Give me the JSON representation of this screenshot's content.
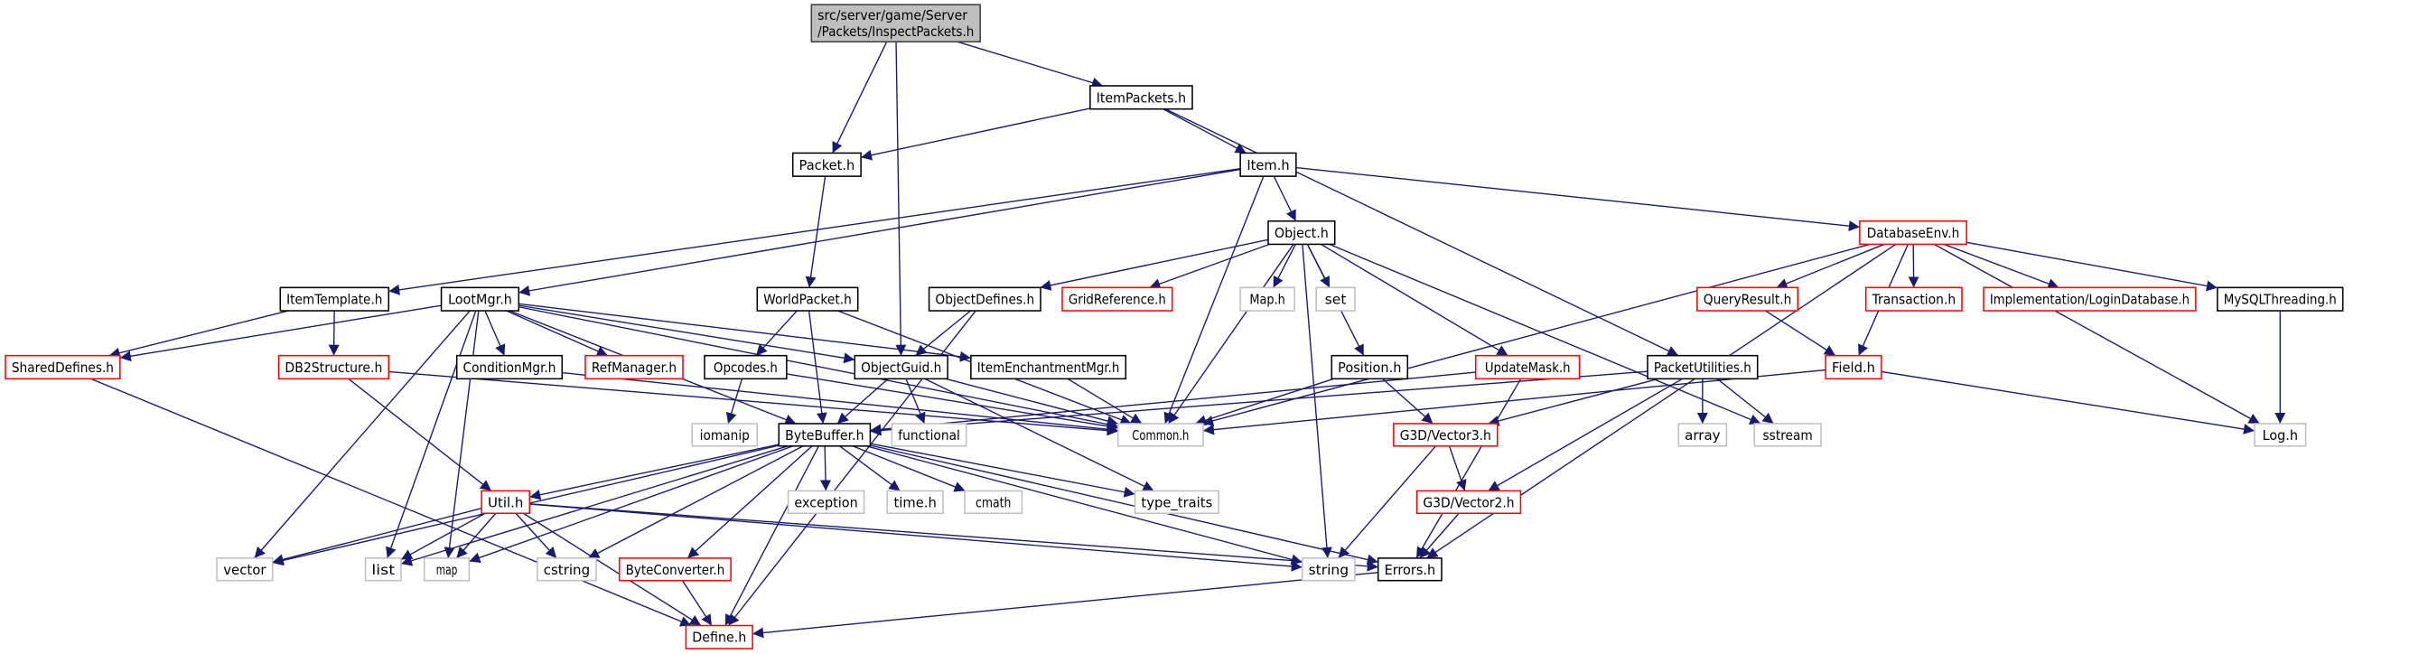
{
  "graph": {
    "root": "src/server/game/Server/Packets/InspectPackets.h",
    "colors": {
      "edge": "#191970",
      "documented": "#000000",
      "truncated": "#ff0000",
      "external": "#bfbfbf",
      "root_fill": "#bfbfbf"
    },
    "nodes": [
      {
        "label": "src/server/game/Server\n/Packets/InspectPackets.h",
        "kind": "root"
      },
      {
        "label": "ItemPackets.h",
        "kind": "documented"
      },
      {
        "label": "Packet.h",
        "kind": "documented"
      },
      {
        "label": "Item.h",
        "kind": "documented"
      },
      {
        "label": "Object.h",
        "kind": "documented"
      },
      {
        "label": "DatabaseEnv.h",
        "kind": "truncated"
      },
      {
        "label": "Map.h",
        "kind": "external"
      },
      {
        "label": "set",
        "kind": "external"
      },
      {
        "label": "QueryResult.h",
        "kind": "truncated"
      },
      {
        "label": "Transaction.h",
        "kind": "truncated"
      },
      {
        "label": "Implementation/LoginDatabase.h",
        "kind": "truncated"
      },
      {
        "label": "MySQLThreading.h",
        "kind": "documented"
      },
      {
        "label": "ItemTemplate.h",
        "kind": "documented"
      },
      {
        "label": "LootMgr.h",
        "kind": "documented"
      },
      {
        "label": "WorldPacket.h",
        "kind": "documented"
      },
      {
        "label": "ObjectDefines.h",
        "kind": "documented"
      },
      {
        "label": "GridReference.h",
        "kind": "truncated"
      },
      {
        "label": "SharedDefines.h",
        "kind": "truncated"
      },
      {
        "label": "DB2Structure.h",
        "kind": "truncated"
      },
      {
        "label": "ConditionMgr.h",
        "kind": "documented"
      },
      {
        "label": "RefManager.h",
        "kind": "truncated"
      },
      {
        "label": "Opcodes.h",
        "kind": "documented"
      },
      {
        "label": "ObjectGuid.h",
        "kind": "documented"
      },
      {
        "label": "ItemEnchantmentMgr.h",
        "kind": "documented"
      },
      {
        "label": "Position.h",
        "kind": "documented"
      },
      {
        "label": "UpdateMask.h",
        "kind": "truncated"
      },
      {
        "label": "PacketUtilities.h",
        "kind": "documented"
      },
      {
        "label": "Field.h",
        "kind": "truncated"
      },
      {
        "label": "iomanip",
        "kind": "external"
      },
      {
        "label": "ByteBuffer.h",
        "kind": "documented"
      },
      {
        "label": "functional",
        "kind": "external"
      },
      {
        "label": "Common.h",
        "kind": "external"
      },
      {
        "label": "G3D/Vector3.h",
        "kind": "truncated"
      },
      {
        "label": "array",
        "kind": "external"
      },
      {
        "label": "sstream",
        "kind": "external"
      },
      {
        "label": "Log.h",
        "kind": "external"
      },
      {
        "label": "Util.h",
        "kind": "truncated"
      },
      {
        "label": "exception",
        "kind": "external"
      },
      {
        "label": "time.h",
        "kind": "external"
      },
      {
        "label": "cmath",
        "kind": "external"
      },
      {
        "label": "type_traits",
        "kind": "external"
      },
      {
        "label": "G3D/Vector2.h",
        "kind": "truncated"
      },
      {
        "label": "vector",
        "kind": "external"
      },
      {
        "label": "list",
        "kind": "external"
      },
      {
        "label": "map",
        "kind": "external"
      },
      {
        "label": "cstring",
        "kind": "external"
      },
      {
        "label": "ByteConverter.h",
        "kind": "truncated"
      },
      {
        "label": "string",
        "kind": "external"
      },
      {
        "label": "Errors.h",
        "kind": "documented"
      },
      {
        "label": "Define.h",
        "kind": "truncated"
      }
    ],
    "edges": [
      [
        0,
        2
      ],
      [
        0,
        1
      ],
      [
        0,
        22
      ],
      [
        1,
        2
      ],
      [
        1,
        3
      ],
      [
        1,
        26
      ],
      [
        2,
        14
      ],
      [
        3,
        12
      ],
      [
        3,
        13
      ],
      [
        3,
        4
      ],
      [
        3,
        5
      ],
      [
        3,
        31
      ],
      [
        4,
        15
      ],
      [
        4,
        16
      ],
      [
        4,
        6
      ],
      [
        4,
        7
      ],
      [
        4,
        31
      ],
      [
        4,
        24
      ],
      [
        4,
        25
      ],
      [
        4,
        47
      ],
      [
        4,
        34
      ],
      [
        5,
        8
      ],
      [
        5,
        9
      ],
      [
        5,
        10
      ],
      [
        5,
        11
      ],
      [
        5,
        27
      ],
      [
        5,
        31
      ],
      [
        5,
        35
      ],
      [
        5,
        48
      ],
      [
        8,
        27
      ],
      [
        11,
        35
      ],
      [
        12,
        17
      ],
      [
        12,
        18
      ],
      [
        13,
        17
      ],
      [
        13,
        19
      ],
      [
        13,
        20
      ],
      [
        13,
        22
      ],
      [
        13,
        23
      ],
      [
        13,
        29
      ],
      [
        13,
        42
      ],
      [
        13,
        43
      ],
      [
        13,
        44
      ],
      [
        13,
        31
      ],
      [
        14,
        21
      ],
      [
        14,
        29
      ],
      [
        14,
        31
      ],
      [
        15,
        22
      ],
      [
        15,
        49
      ],
      [
        18,
        36
      ],
      [
        18,
        31
      ],
      [
        19,
        31
      ],
      [
        21,
        28
      ],
      [
        21,
        31
      ],
      [
        22,
        29
      ],
      [
        22,
        30
      ],
      [
        22,
        31
      ],
      [
        22,
        40
      ],
      [
        23,
        31
      ],
      [
        17,
        49
      ],
      [
        24,
        31
      ],
      [
        24,
        32
      ],
      [
        25,
        29
      ],
      [
        25,
        48
      ],
      [
        26,
        29
      ],
      [
        26,
        32
      ],
      [
        26,
        41
      ],
      [
        26,
        33
      ],
      [
        26,
        34
      ],
      [
        27,
        31
      ],
      [
        27,
        35
      ],
      [
        32,
        41
      ],
      [
        32,
        47
      ],
      [
        41,
        48
      ],
      [
        29,
        36
      ],
      [
        29,
        42
      ],
      [
        29,
        43
      ],
      [
        29,
        44
      ],
      [
        29,
        45
      ],
      [
        29,
        46
      ],
      [
        29,
        49
      ],
      [
        29,
        37
      ],
      [
        29,
        38
      ],
      [
        29,
        39
      ],
      [
        29,
        40
      ],
      [
        29,
        47
      ],
      [
        29,
        48
      ],
      [
        36,
        42
      ],
      [
        36,
        43
      ],
      [
        36,
        44
      ],
      [
        36,
        45
      ],
      [
        36,
        49
      ],
      [
        36,
        47
      ],
      [
        36,
        48
      ],
      [
        46,
        49
      ],
      [
        48,
        49
      ]
    ]
  }
}
